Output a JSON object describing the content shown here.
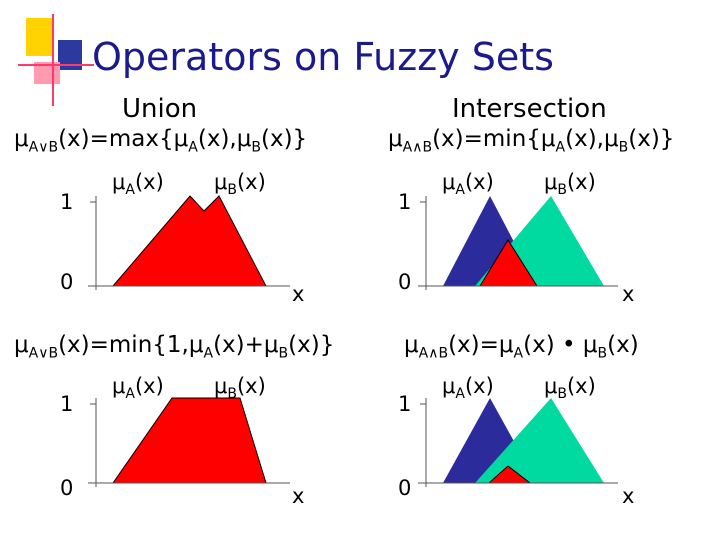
{
  "title": "Operators on Fuzzy Sets",
  "panels": {
    "union": {
      "heading": "Union",
      "formula_mu": "μ",
      "formula_sub": "A∨B",
      "formula_rest": "(x)=max{μ",
      "formula_a": "A",
      "formula_mid": "(x),μ",
      "formula_b": "B",
      "formula_end": "(x)}"
    },
    "intersection": {
      "heading": "Intersection",
      "formula_mu": "μ",
      "formula_sub": "A∧B",
      "formula_rest": "(x)=min{μ",
      "formula_a": "A",
      "formula_mid": "(x),μ",
      "formula_b": "B",
      "formula_end": "(x)}"
    },
    "bounded_sum": {
      "formula_mu": "μ",
      "formula_sub": "A∨B",
      "formula_rest": "(x)=min{1,μ",
      "formula_a": "A",
      "formula_mid": "(x)+μ",
      "formula_b": "B",
      "formula_end": "(x)}"
    },
    "product": {
      "formula_mu": "μ",
      "formula_sub": "A∧B",
      "formula_rest": "(x)=μ",
      "formula_a": "A",
      "formula_mid": "(x) • μ",
      "formula_b": "B",
      "formula_end": "(x)"
    }
  },
  "plot_labels": {
    "mu_a_mu": "μ",
    "mu_a_sub": "A",
    "mu_a_x": "(x)",
    "mu_b_mu": "μ",
    "mu_b_sub": "B",
    "mu_b_x": "(x)",
    "one": "1",
    "zero": "0",
    "x": "x"
  },
  "colors": {
    "title": "#1a1a8c",
    "red": "#ff0000",
    "blue": "#2b2b9c",
    "green": "#00d9a0",
    "deco_yellow": "#ffd200",
    "deco_blue": "#2c3aa0",
    "deco_pink": "#ff3a6a"
  }
}
